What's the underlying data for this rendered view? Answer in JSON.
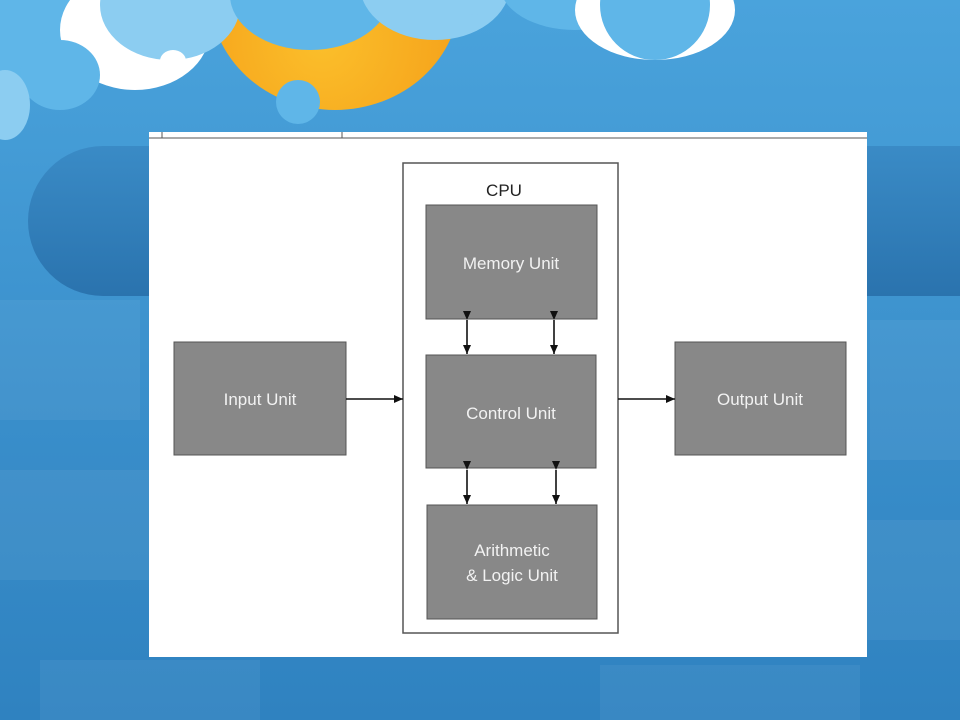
{
  "slide": {
    "colors": {
      "background": "#3f93cd",
      "moon": "#f6a51c",
      "cloud_light": "#ffffff",
      "cloud_blue": "#5fb6e8",
      "box_fill": "#888888",
      "box_text": "#f2f2f2"
    }
  },
  "diagram": {
    "cpu_label": "CPU",
    "input_unit": "Input Unit",
    "output_unit": "Output Unit",
    "memory_unit": "Memory Unit",
    "control_unit": "Control Unit",
    "alu_line1": "Arithmetic",
    "alu_line2": "& Logic Unit"
  }
}
